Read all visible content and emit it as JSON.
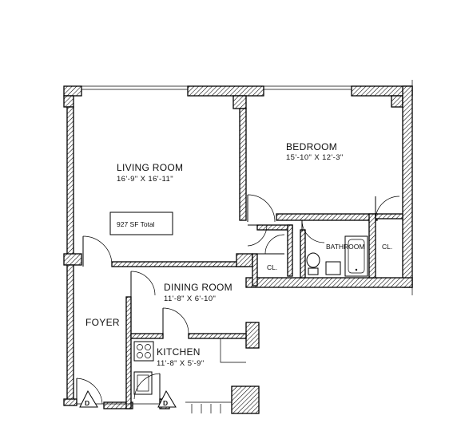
{
  "rooms": {
    "living": {
      "name": "LIVING ROOM",
      "dims": "16'-9\" X 16'-11\""
    },
    "bedroom": {
      "name": "BEDROOM",
      "dims": "15'-10\" X 12'-3\""
    },
    "dining": {
      "name": "DINING ROOM",
      "dims": "11'-8\" X 6'-10\""
    },
    "kitchen": {
      "name": "KITCHEN",
      "dims": "11'-8\" X 5'-9\""
    },
    "foyer": {
      "name": "FOYER"
    },
    "bathroom": {
      "name": "BATHROOM"
    },
    "closet_hall": {
      "name": "CL."
    },
    "closet_bedroom": {
      "name": "CL."
    }
  },
  "total_area": "927 SF Total",
  "markers": {
    "door_left": "D",
    "door_right": "D"
  }
}
